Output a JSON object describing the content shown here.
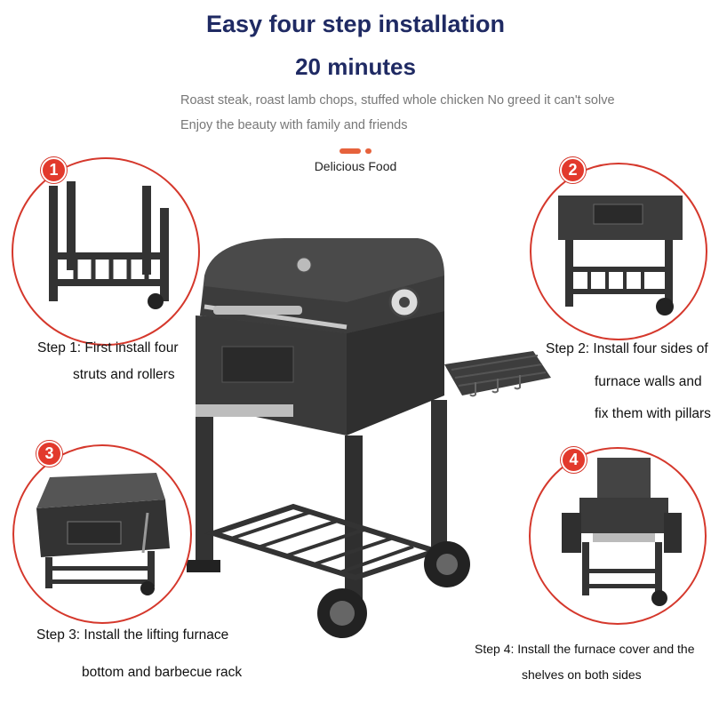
{
  "header": {
    "title": "Easy four step installation",
    "subtitle": "20 minutes",
    "tagline1": "Roast steak, roast lamb chops, stuffed whole chicken No greed it can't solve",
    "tagline2": "Enjoy the beauty with family and friends",
    "section_label": "Delicious Food"
  },
  "colors": {
    "title": "#1f2a63",
    "accent_red": "#e2392c",
    "grill_body": "#3f3f3f"
  },
  "steps": [
    {
      "number": "1",
      "line1": "Step 1: First install four",
      "line2": "struts and rollers"
    },
    {
      "number": "2",
      "line1": "Step 2: Install four sides of",
      "line2": "furnace walls and",
      "line3": "fix them with pillars"
    },
    {
      "number": "3",
      "line1": "Step 3: Install the lifting furnace",
      "line2": "bottom and barbecue rack"
    },
    {
      "number": "4",
      "line1": "Step 4: Install the furnace cover and the",
      "line2": "shelves on both sides"
    }
  ]
}
